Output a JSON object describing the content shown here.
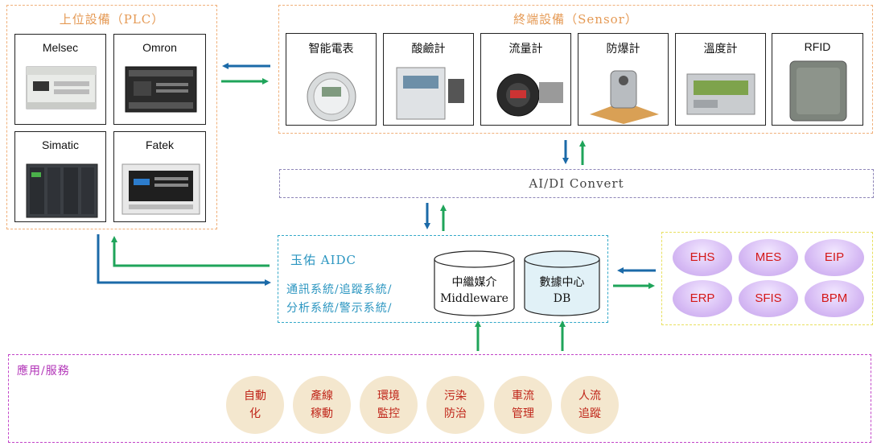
{
  "plc": {
    "title": "上位設備（PLC）",
    "devices": [
      {
        "label": "Melsec",
        "icon": "plc-module-icon"
      },
      {
        "label": "Omron",
        "icon": "plc-module-icon"
      },
      {
        "label": "Simatic",
        "icon": "plc-rack-icon"
      },
      {
        "label": "Fatek",
        "icon": "plc-module-icon"
      }
    ]
  },
  "sensor": {
    "title": "終端設備（Sensor）",
    "devices": [
      {
        "label": "智能電表",
        "icon": "smart-meter-icon"
      },
      {
        "label": "酸鹼計",
        "icon": "ph-meter-icon"
      },
      {
        "label": "流量計",
        "icon": "flow-meter-icon"
      },
      {
        "label": "防爆計",
        "icon": "explosion-proof-sensor-icon"
      },
      {
        "label": "溫度計",
        "icon": "thermometer-icon"
      },
      {
        "label": "RFID",
        "icon": "rfid-reader-icon"
      }
    ]
  },
  "convert": {
    "label": "AI/DI Convert"
  },
  "aidc": {
    "title": "玉佑 AIDC",
    "line1": "通訊系統/追蹤系統/",
    "line2": "分析系統/警示系統/",
    "middleware": {
      "line1": "中繼媒介",
      "line2": "Middleware"
    },
    "db": {
      "line1": "數據中心",
      "line2": "DB"
    }
  },
  "systems": [
    "EHS",
    "MES",
    "EIP",
    "ERP",
    "SFIS",
    "BPM"
  ],
  "apps": {
    "title": "應用/服務",
    "items": [
      {
        "line1": "自動",
        "line2": "化"
      },
      {
        "line1": "產線",
        "line2": "稼動"
      },
      {
        "line1": "環境",
        "line2": "監控"
      },
      {
        "line1": "污染",
        "line2": "防治"
      },
      {
        "line1": "車流",
        "line2": "管理"
      },
      {
        "line1": "人流",
        "line2": "追蹤"
      }
    ]
  },
  "colors": {
    "arrow_blue": "#1b6aa8",
    "arrow_green": "#1fa45a"
  }
}
